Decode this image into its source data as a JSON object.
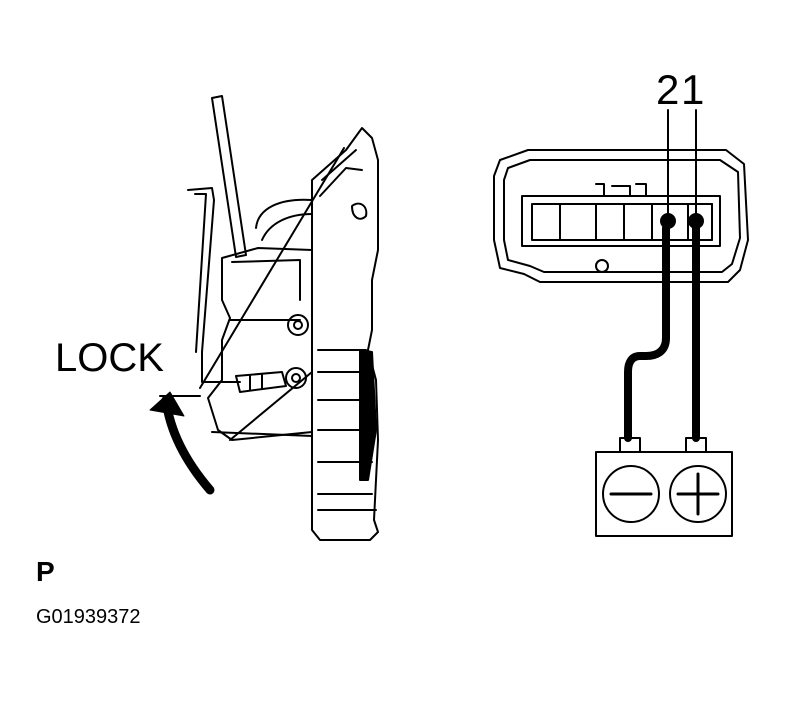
{
  "labels": {
    "lock": "LOCK",
    "pin_2": "2",
    "pin_1": "1",
    "figure_letter": "P",
    "figure_code": "G01939372"
  },
  "battery": {
    "negative_symbol": "minus-sign",
    "positive_symbol": "plus-sign"
  },
  "colors": {
    "line": "#000000",
    "background": "#ffffff"
  }
}
